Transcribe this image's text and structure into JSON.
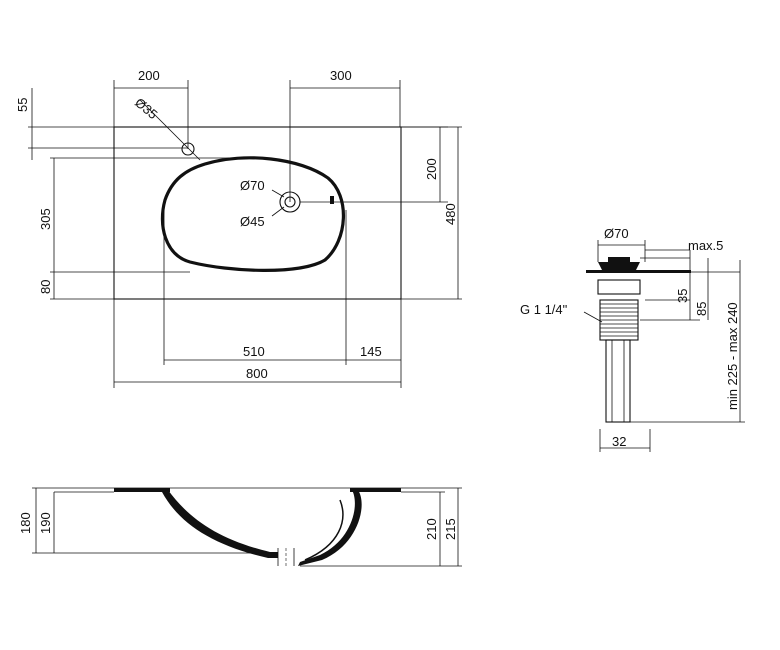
{
  "labels": {
    "d55": "55",
    "d200_top": "200",
    "d300_top": "300",
    "d35_hole": "Ø35",
    "d70_hole": "Ø70",
    "d45_hole": "Ø45",
    "d200_right": "200",
    "d480": "480",
    "d305": "305",
    "d80": "80",
    "d510": "510",
    "d145": "145",
    "d800": "800",
    "drain_d70": "Ø70",
    "drain_max5": "max.5",
    "drain_35": "35",
    "drain_85": "85",
    "drain_thread": "G 1 1/4\"",
    "drain_height": "min 225 - max 240",
    "drain_32": "32",
    "d180": "180",
    "d190": "190",
    "d210": "210",
    "d215": "215"
  }
}
